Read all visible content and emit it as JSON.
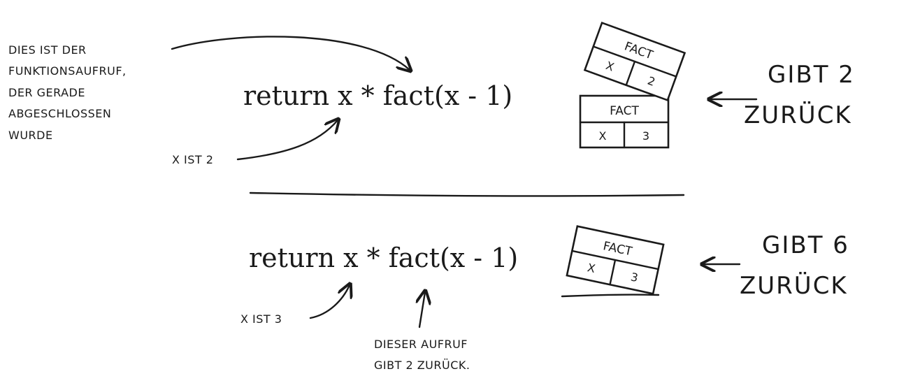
{
  "upper": {
    "code": "return x * fact(x - 1)",
    "annotation_lines": [
      "DIES IST DER",
      "FUNKTIONSAUFRUF,",
      "DER GERADE",
      "ABGESCHLOSSEN",
      "WURDE"
    ],
    "x_note": "X IST 2",
    "frames": [
      {
        "title": "FACT",
        "var": "X",
        "value": "2"
      },
      {
        "title": "FACT",
        "var": "X",
        "value": "3"
      }
    ],
    "result_line1": "GIBT 2",
    "result_line2": "ZURÜCK"
  },
  "lower": {
    "code": "return x * fact(x - 1)",
    "x_note": "X IST 3",
    "call_note_line1": "DIESER AUFRUF",
    "call_note_line2": "GIBT 2 ZURÜCK.",
    "frame": {
      "title": "FACT",
      "var": "X",
      "value": "3"
    },
    "result_line1": "GIBT 6",
    "result_line2": "ZURÜCK"
  }
}
